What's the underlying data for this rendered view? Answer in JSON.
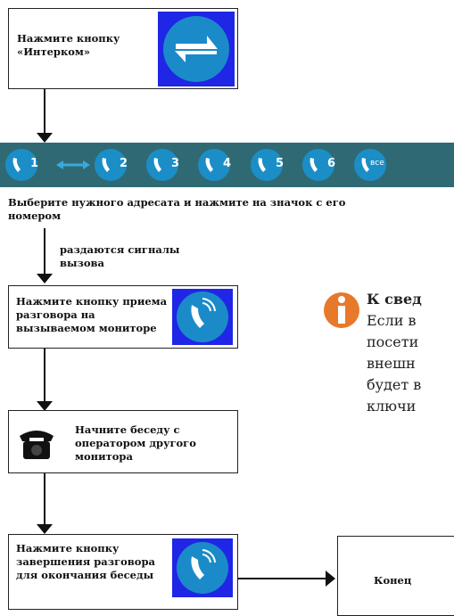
{
  "step1": {
    "label": "Нажмите кнопку «Интерком»"
  },
  "strip": {
    "numbers": [
      "1",
      "2",
      "3",
      "4",
      "5",
      "6"
    ],
    "all_label": "все"
  },
  "step2": {
    "label": "Выберите нужного адресата и нажмите на значок с его номером"
  },
  "signal": {
    "label": "раздаются сигналы вызова"
  },
  "step3": {
    "label": "Нажмите кнопку приема разговора на вызываемом мониторе"
  },
  "step4": {
    "label": "Начните беседу с оператором другого монитора"
  },
  "step5": {
    "label": "Нажмите кнопку завершения разговора для окончания беседы"
  },
  "end": {
    "label": "Конец"
  },
  "note": {
    "title": "К свед",
    "lines": [
      "Если в",
      "посети",
      "внешн",
      "будет в",
      "ключи"
    ]
  },
  "colors": {
    "icon_square": "#1f26e6",
    "icon_circle": "#1a8bc8",
    "strip": "#2f6a74",
    "info": "#e8782a"
  }
}
